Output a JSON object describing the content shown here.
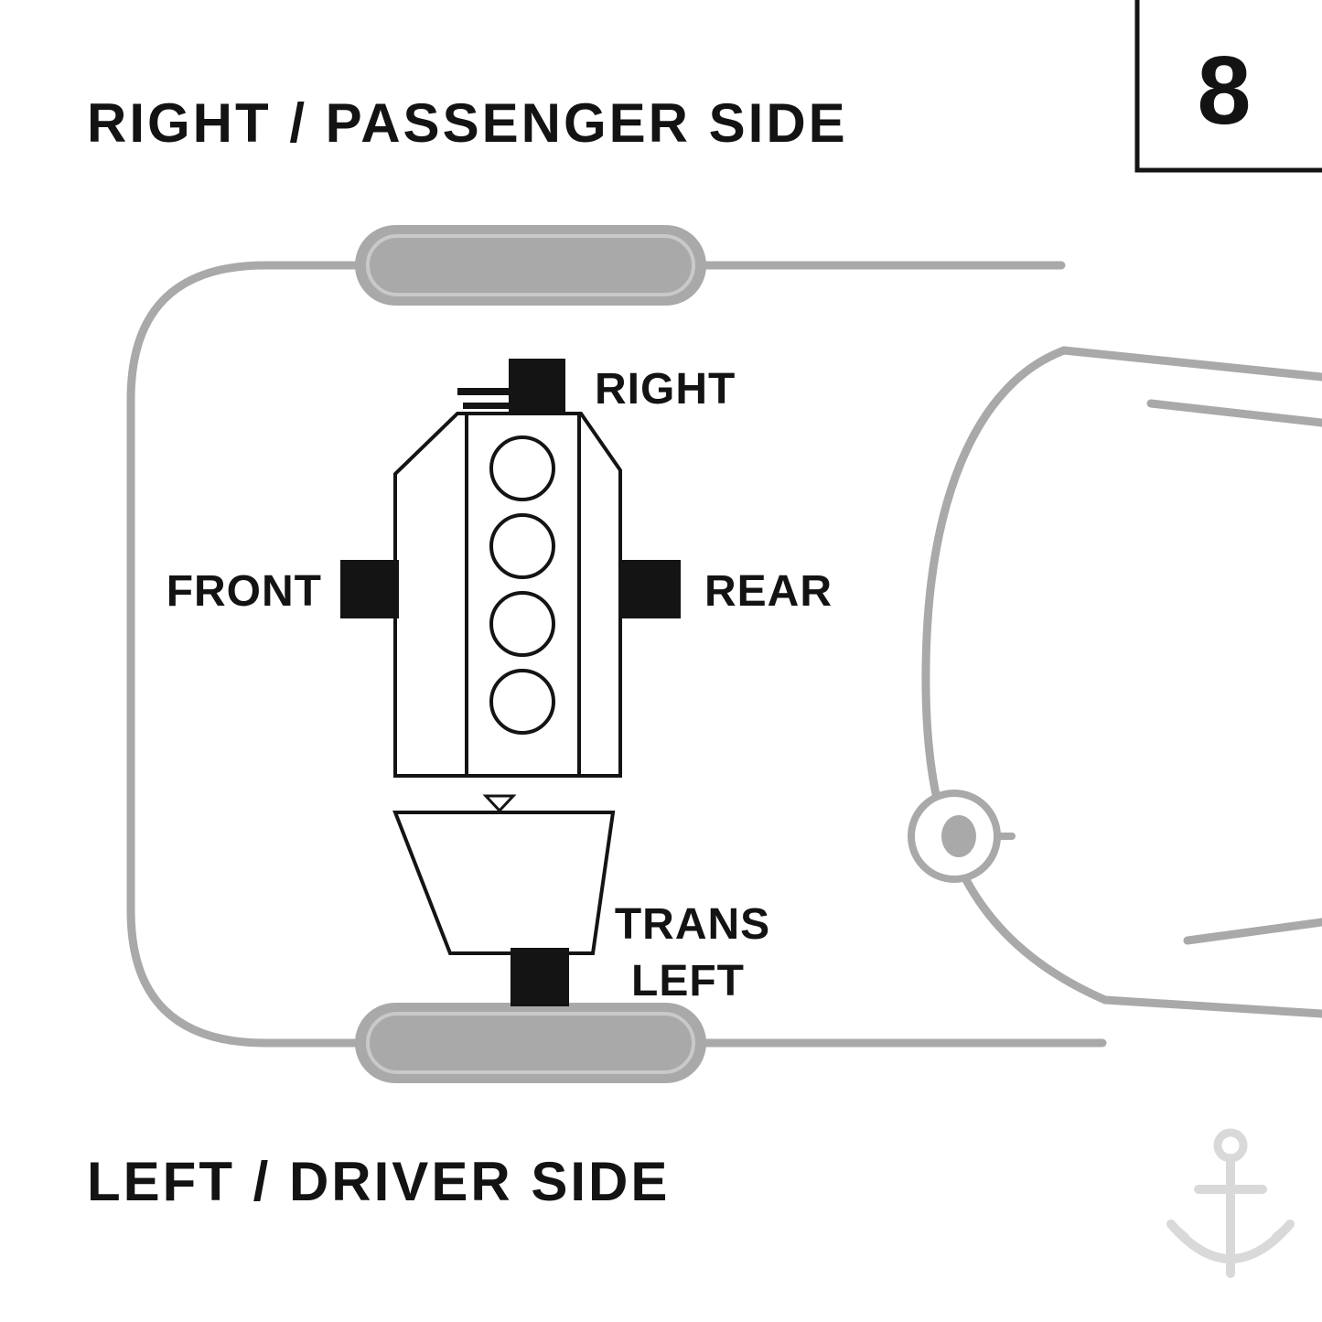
{
  "titles": {
    "top": "RIGHT / PASSENGER SIDE",
    "bottom": "LEFT / DRIVER SIDE"
  },
  "figure": {
    "number": "8"
  },
  "engine_diagram": {
    "mount_labels": {
      "right": "RIGHT",
      "front": "FRONT",
      "rear": "REAR",
      "trans_line1": "TRANS",
      "trans_line2": "LEFT"
    },
    "cylinder_count": 4
  },
  "colors": {
    "car_outline_gray": "#a9a9a9",
    "tire_gray": "#a9a9a9",
    "diagram_black": "#141414",
    "watermark_gray": "#d9d9d9",
    "background": "#ffffff"
  }
}
